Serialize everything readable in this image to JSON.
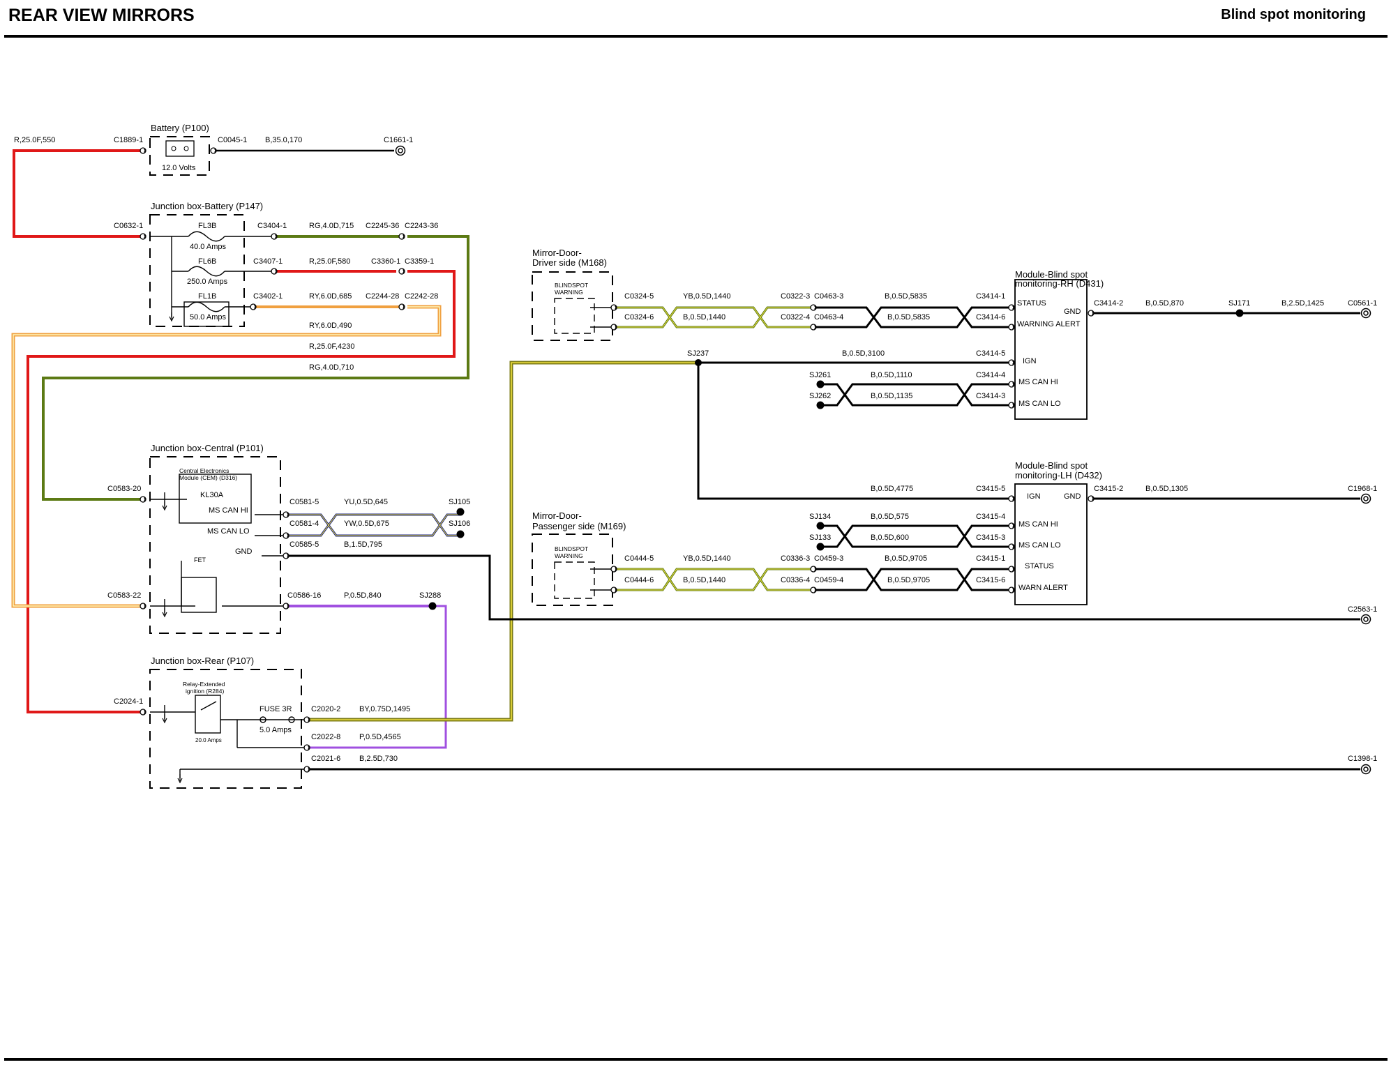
{
  "header": {
    "title": "REAR VIEW MIRRORS",
    "subtitle": "Blind spot monitoring"
  },
  "colors": {
    "red": "#e01818",
    "green": "#5c7a14",
    "orange": "#f0a040",
    "yellow": "#f0e040",
    "purple": "#a050e0",
    "black": "#000000",
    "blue": "#1a237e"
  },
  "labels": {
    "battery_title": "Battery (P100)",
    "battery_volts": "12.0 Volts",
    "r25_550": "R,25.0F,550",
    "c1889": "C1889-1",
    "c0045": "C0045-1",
    "b35_170": "B,35.0,170",
    "c1661": "C1661-1",
    "jbb_title": "Junction box-Battery (P147)",
    "c0632": "C0632-1",
    "fl3b": "FL3B",
    "fl3b_amps": "40.0 Amps",
    "fl6b": "FL6B",
    "fl6b_amps": "250.0 Amps",
    "fl1b": "FL1B",
    "fl1b_amps": "50.0 Amps",
    "c3404": "C3404-1",
    "rg4_715": "RG,4.0D,715",
    "c2245": "C2245-36",
    "c2243": "C2243-36",
    "c3407": "C3407-1",
    "r25_580": "R,25.0F,580",
    "c3360": "C3360-1",
    "c3359": "C3359-1",
    "c3402": "C3402-1",
    "ry6_685": "RY,6.0D,685",
    "c2244": "C2244-28",
    "c2242": "C2242-28",
    "ry6_490": "RY,6.0D,490",
    "r25_4230": "R,25.0F,4230",
    "rg4_710": "RG,4.0D,710",
    "jbc_title": "Junction box-Central (P101)",
    "cem_title_1": "Central Electronics",
    "cem_title_2": "Module (CEM) (D316)",
    "kl30a": "KL30A",
    "ms_can_hi": "MS CAN HI",
    "ms_can_lo": "MS CAN LO",
    "gnd": "GND",
    "fet": "FET",
    "c0583_20": "C0583-20",
    "c0583_22": "C0583-22",
    "c0581_5": "C0581-5",
    "yu05_645": "YU,0.5D,645",
    "sj105": "SJ105",
    "c0581_4": "C0581-4",
    "yw05_675": "YW,0.5D,675",
    "sj106": "SJ106",
    "c0585_5": "C0585-5",
    "b15_795": "B,1.5D,795",
    "c0586_16": "C0586-16",
    "p05_840": "P,0.5D,840",
    "sj288": "SJ288",
    "jbr_title": "Junction box-Rear (P107)",
    "relay_1": "Relay-Extended",
    "relay_2": "ignition (R284)",
    "relay_amps": "20.0 Amps",
    "c2024": "C2024-1",
    "fuse3r": "FUSE 3R",
    "fuse3r_amps": "5.0 Amps",
    "c2020": "C2020-2",
    "by075_1495": "BY,0.75D,1495",
    "c2022": "C2022-8",
    "p05_4565": "P,0.5D,4565",
    "c2021": "C2021-6",
    "b25_730": "B,2.5D,730",
    "c1398": "C1398-1",
    "mdd_title_1": "Mirror-Door-",
    "mdd_title_2": "Driver side (M168)",
    "bs_1": "BLINDSPOT",
    "bs_2": "WARNING",
    "c0324_5": "C0324-5",
    "c0324_6": "C0324-6",
    "yb05_1440": "YB,0.5D,1440",
    "b05_1440": "B,0.5D,1440",
    "c0322_3": "C0322-3",
    "c0463_3": "C0463-3",
    "c0322_4": "C0322-4",
    "c0463_4": "C0463-4",
    "b05_5835": "B,0.5D,5835",
    "c3414_1": "C3414-1",
    "c3414_6": "C3414-6",
    "rh_title_1": "Module-Blind spot",
    "rh_title_2": "monitoring-RH (D431)",
    "status": "STATUS",
    "warning_alert": "WARNING ALERT",
    "ign": "IGN",
    "warn_alert": "WARN ALERT",
    "c3414_2": "C3414-2",
    "b05_870": "B,0.5D,870",
    "sj171": "SJ171",
    "b25_1425": "B,2.5D,1425",
    "c0561": "C0561-1",
    "sj237": "SJ237",
    "b05_3100": "B,0.5D,3100",
    "c3414_5": "C3414-5",
    "sj261": "SJ261",
    "b05_1110": "B,0.5D,1110",
    "c3414_4": "C3414-4",
    "sj262": "SJ262",
    "b05_1135": "B,0.5D,1135",
    "c3414_3": "C3414-3",
    "lh_title_1": "Module-Blind spot",
    "lh_title_2": "monitoring-LH (D432)",
    "b05_4775": "B,0.5D,4775",
    "c3415_5": "C3415-5",
    "c3415_2": "C3415-2",
    "b05_1305": "B,0.5D,1305",
    "c1968": "C1968-1",
    "sj134": "SJ134",
    "b05_575": "B,0.5D,575",
    "c3415_4": "C3415-4",
    "sj133": "SJ133",
    "b05_600": "B,0.5D,600",
    "c3415_3": "C3415-3",
    "mdp_title_1": "Mirror-Door-",
    "mdp_title_2": "Passenger side (M169)",
    "c0444_5": "C0444-5",
    "c0444_6": "C0444-6",
    "c0336_3": "C0336-3",
    "c0459_3": "C0459-3",
    "c0336_4": "C0336-4",
    "c0459_4": "C0459-4",
    "b05_9705": "B,0.5D,9705",
    "c3415_1": "C3415-1",
    "c3415_6": "C3415-6",
    "c2563": "C2563-1"
  }
}
